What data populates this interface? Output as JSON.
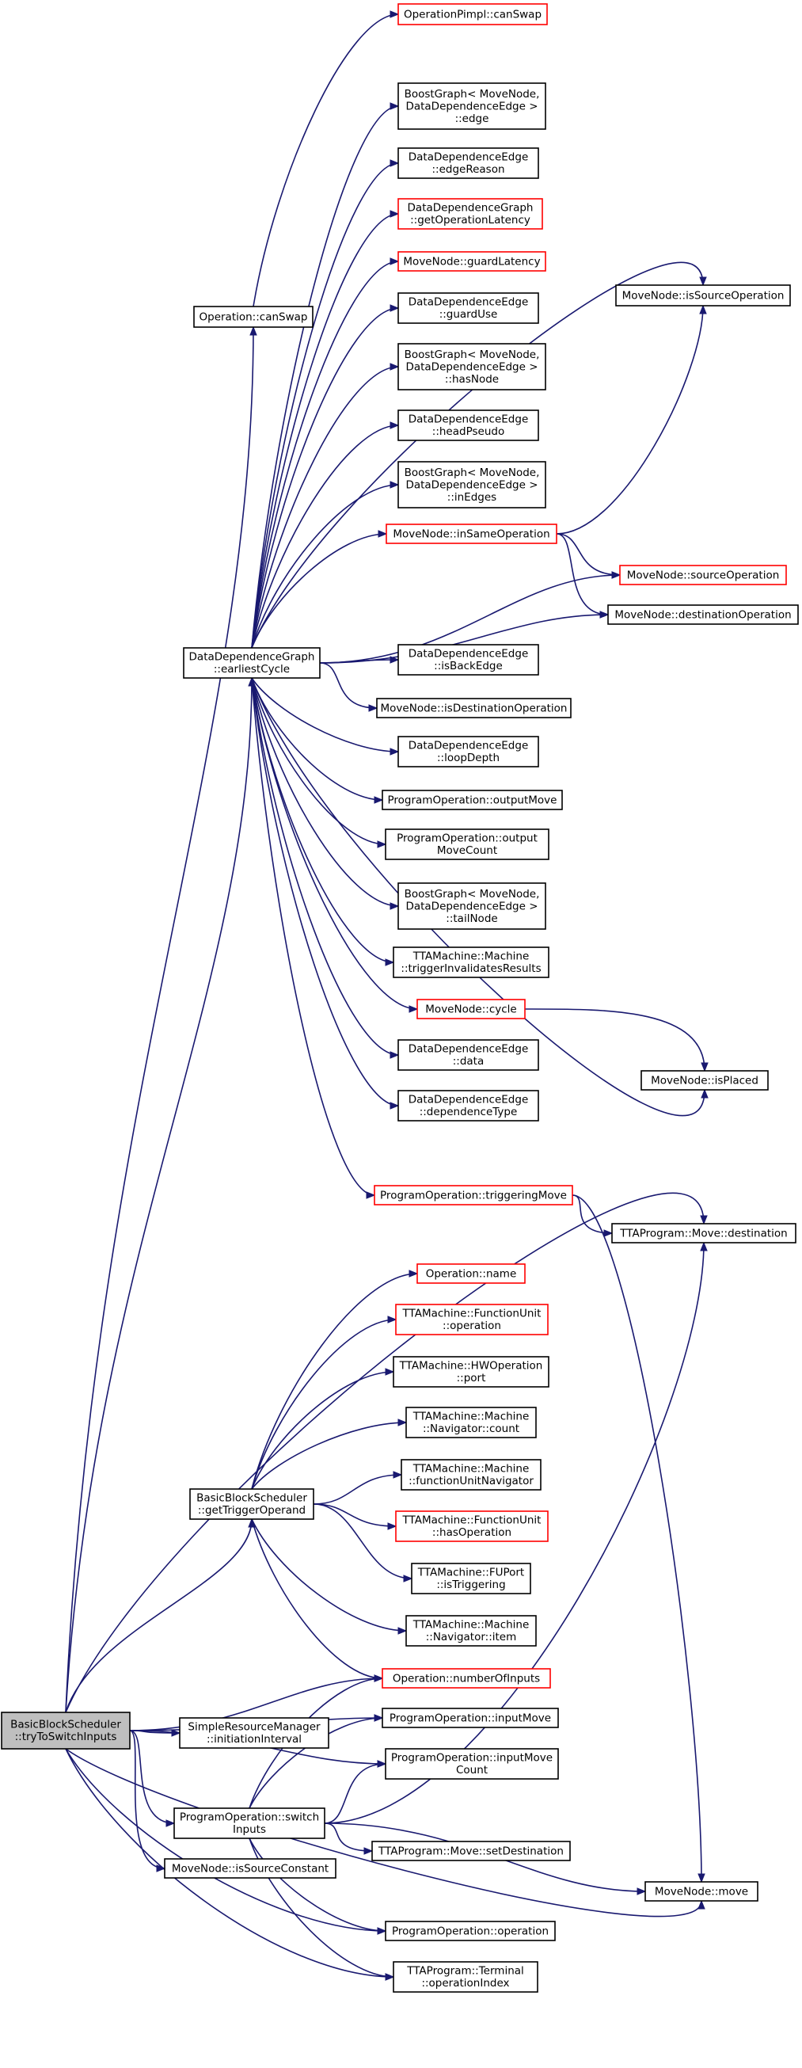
{
  "nodes": [
    {
      "id": "root",
      "lines": [
        "BasicBlockScheduler",
        "::tryToSwitchInputs"
      ],
      "style": "root"
    },
    {
      "id": "opcanswap",
      "lines": [
        "Operation::canSwap"
      ],
      "style": "black"
    },
    {
      "id": "ddg_ec",
      "lines": [
        "DataDependenceGraph",
        "::earliestCycle"
      ],
      "style": "black"
    },
    {
      "id": "bbs_gto",
      "lines": [
        "BasicBlockScheduler",
        "::getTriggerOperand"
      ],
      "style": "black"
    },
    {
      "id": "srm_ii",
      "lines": [
        "SimpleResourceManager",
        "::initiationInterval"
      ],
      "style": "black"
    },
    {
      "id": "po_si",
      "lines": [
        "ProgramOperation::switch",
        "Inputs"
      ],
      "style": "black"
    },
    {
      "id": "mn_isc",
      "lines": [
        "MoveNode::isSourceConstant"
      ],
      "style": "black"
    },
    {
      "id": "oppimpl",
      "lines": [
        "OperationPimpl::canSwap"
      ],
      "style": "red"
    },
    {
      "id": "bg_edge",
      "lines": [
        "BoostGraph< MoveNode,",
        "DataDependenceEdge >",
        "::edge"
      ],
      "style": "black"
    },
    {
      "id": "dde_er",
      "lines": [
        "DataDependenceEdge",
        "::edgeReason"
      ],
      "style": "black"
    },
    {
      "id": "ddg_gol",
      "lines": [
        "DataDependenceGraph",
        "::getOperationLatency"
      ],
      "style": "red"
    },
    {
      "id": "mn_gl",
      "lines": [
        "MoveNode::guardLatency"
      ],
      "style": "red"
    },
    {
      "id": "dde_gu",
      "lines": [
        "DataDependenceEdge",
        "::guardUse"
      ],
      "style": "black"
    },
    {
      "id": "bg_hn",
      "lines": [
        "BoostGraph< MoveNode,",
        "DataDependenceEdge >",
        "::hasNode"
      ],
      "style": "black"
    },
    {
      "id": "dde_hp",
      "lines": [
        "DataDependenceEdge",
        "::headPseudo"
      ],
      "style": "black"
    },
    {
      "id": "bg_ie",
      "lines": [
        "BoostGraph< MoveNode,",
        "DataDependenceEdge >",
        "::inEdges"
      ],
      "style": "black"
    },
    {
      "id": "mn_iso",
      "lines": [
        "MoveNode::inSameOperation"
      ],
      "style": "red"
    },
    {
      "id": "dde_ibe",
      "lines": [
        "DataDependenceEdge",
        "::isBackEdge"
      ],
      "style": "black"
    },
    {
      "id": "mn_ido",
      "lines": [
        "MoveNode::isDestinationOperation"
      ],
      "style": "black"
    },
    {
      "id": "dde_ld",
      "lines": [
        "DataDependenceEdge",
        "::loopDepth"
      ],
      "style": "black"
    },
    {
      "id": "po_om",
      "lines": [
        "ProgramOperation::outputMove"
      ],
      "style": "black"
    },
    {
      "id": "po_omc",
      "lines": [
        "ProgramOperation::output",
        "MoveCount"
      ],
      "style": "black"
    },
    {
      "id": "bg_tn",
      "lines": [
        "BoostGraph< MoveNode,",
        "DataDependenceEdge >",
        "::tailNode"
      ],
      "style": "black"
    },
    {
      "id": "tm_tir",
      "lines": [
        "TTAMachine::Machine",
        "::triggerInvalidatesResults"
      ],
      "style": "black"
    },
    {
      "id": "mn_cycle",
      "lines": [
        "MoveNode::cycle"
      ],
      "style": "red"
    },
    {
      "id": "dde_data",
      "lines": [
        "DataDependenceEdge",
        "::data"
      ],
      "style": "black"
    },
    {
      "id": "dde_dt",
      "lines": [
        "DataDependenceEdge",
        "::dependenceType"
      ],
      "style": "black"
    },
    {
      "id": "po_tm",
      "lines": [
        "ProgramOperation::triggeringMove"
      ],
      "style": "red"
    },
    {
      "id": "op_name",
      "lines": [
        "Operation::name"
      ],
      "style": "red"
    },
    {
      "id": "fu_op",
      "lines": [
        "TTAMachine::FunctionUnit",
        "::operation"
      ],
      "style": "red"
    },
    {
      "id": "hwo_port",
      "lines": [
        "TTAMachine::HWOperation",
        "::port"
      ],
      "style": "black"
    },
    {
      "id": "nav_count",
      "lines": [
        "TTAMachine::Machine",
        "::Navigator::count"
      ],
      "style": "black"
    },
    {
      "id": "m_fun",
      "lines": [
        "TTAMachine::Machine",
        "::functionUnitNavigator"
      ],
      "style": "black"
    },
    {
      "id": "fu_hasop",
      "lines": [
        "TTAMachine::FunctionUnit",
        "::hasOperation"
      ],
      "style": "red"
    },
    {
      "id": "fup_it",
      "lines": [
        "TTAMachine::FUPort",
        "::isTriggering"
      ],
      "style": "black"
    },
    {
      "id": "nav_item",
      "lines": [
        "TTAMachine::Machine",
        "::Navigator::item"
      ],
      "style": "black"
    },
    {
      "id": "op_noi",
      "lines": [
        "Operation::numberOfInputs"
      ],
      "style": "red"
    },
    {
      "id": "po_im",
      "lines": [
        "ProgramOperation::inputMove"
      ],
      "style": "black"
    },
    {
      "id": "po_imc",
      "lines": [
        "ProgramOperation::inputMove",
        "Count"
      ],
      "style": "black"
    },
    {
      "id": "mv_setdest",
      "lines": [
        "TTAProgram::Move::setDestination"
      ],
      "style": "black"
    },
    {
      "id": "po_op",
      "lines": [
        "ProgramOperation::operation"
      ],
      "style": "black"
    },
    {
      "id": "term_oi",
      "lines": [
        "TTAProgram::Terminal",
        "::operationIndex"
      ],
      "style": "black"
    },
    {
      "id": "mn_isso",
      "lines": [
        "MoveNode::isSourceOperation"
      ],
      "style": "black"
    },
    {
      "id": "mn_so",
      "lines": [
        "MoveNode::sourceOperation"
      ],
      "style": "red"
    },
    {
      "id": "mn_do",
      "lines": [
        "MoveNode::destinationOperation"
      ],
      "style": "black"
    },
    {
      "id": "mn_ip",
      "lines": [
        "MoveNode::isPlaced"
      ],
      "style": "black"
    },
    {
      "id": "mv_dest",
      "lines": [
        "TTAProgram::Move::destination"
      ],
      "style": "black"
    },
    {
      "id": "mn_move",
      "lines": [
        "MoveNode::move"
      ],
      "style": "black"
    }
  ]
}
